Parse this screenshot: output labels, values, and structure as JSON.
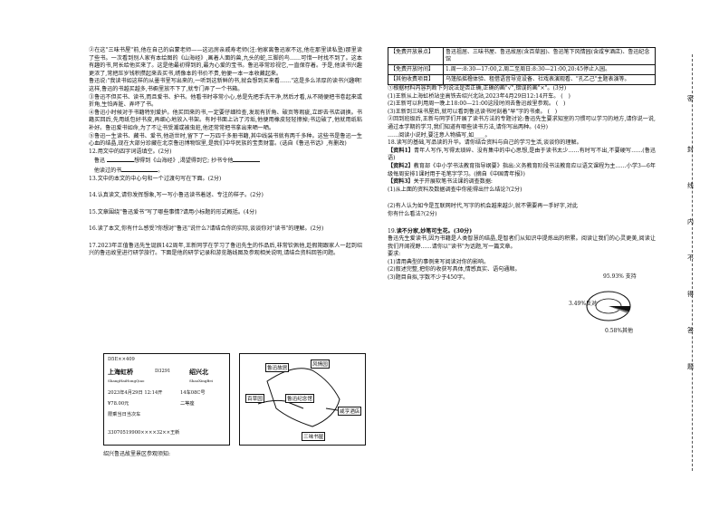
{
  "left_column": {
    "passage": [
      "②在这\"三味书屋\"前,他在自己的启蒙老师——这远房亲戚寿老师(注:他家离鲁迅家不远,他在那里读私塾)那里读了些书。一次看到别人家有本绘图的《山海经》,画着人面的兽,九头的蛇,三脚的鸟……可惜一时找不到了。这本有趣的书,阿长给他买来了。这是他最初得到的,最为心爱的宝书。鲁迅非常珍视它,一直保存着。于是,他读书兴趣更浓了,常把压岁钱积攒起来去买书,绣像本的书价不贵,他便一本一本收藏起来。",
      "鲁迅说:\"我读书如这样的从墨书里写出来的,一听到这新鲜的书,就会想到买来看……\"这是多么浓厚的读书兴趣啊!这样,鲁迅的书越买越多,书橱里放不下了,就专门弄了一个书箱。",
      "③鲁迅不但买书、读书,而且爱书、护书。他看书时非常小心,总是先把手洗干净,然后才看,从不随便把书卷起来或折角,生怕弄脏、弄坏了书。",
      "④鲁迅小时候对于书籍特别爱护。他买回来的书,一定要仔细检查,发现有折角、破页等瑕疵,立即去书店调换。书籍买回后,先用纸包好书皮,再细心地放入书架。有时书面上沾了污垢,他便用橡皮轻轻擦掉;书边破了,他就用纸粘补好。鲁迅爱书如命,为了不让书受潮或被虫蛀,他还常常把书拿出来晒一晒。",
      "⑤鲁迅一生读书、藏书、爱书,他逝世时,留下了一万四千多册书籍,其中线装书就有两千多种。这些书是鲁迅一生心血的结晶,现在大部分珍藏在北京鲁迅博物馆里,是我们中华民族的宝贵财富。(选自《鲁迅书话》,有删改)"
    ],
    "q12": {
      "number": "12.",
      "text": "用文中的四字词语填空。(2分)",
      "line1_start": "鲁迅",
      "line1_mid": "想得到《山海经》,渴望得到它;",
      "line1_end": "抄书令他",
      "line2": "他读过的书",
      "line2_end": "。"
    },
    "q13": {
      "number": "13.",
      "text": "文中的本文的中心句和一个过渡句写在下面。(2分)"
    },
    "q14": {
      "number": "14.",
      "text": "认真读文,请你发挥想象,写一写小鲁迅读书着迷、专注的样子。(2分)"
    },
    "q15": {
      "number": "15.",
      "text": "文章围绕\"鲁迅爱书\"写了哪些事情?请用小标题的形式概括。(4分)"
    },
    "q16": {
      "number": "16.",
      "text": "读了本文,你有什么感受?你想对\"鲁迅\"说什么?请结合你的实际,谈谈你对\"读书\"的理解。(2分)"
    },
    "q17": {
      "number": "17.",
      "text": "2023年正值鲁迅先生诞辰142周年,王新同学在学习了鲁迅先生的作品后,非常钦佩他,趁假期跟家人一起到绍兴的鲁迅故里进行研学旅行。下面是他的研学记录和游览路线图及参观相关说明,请结合资料回答问题。"
    },
    "ticket": {
      "code": "D5E××409",
      "station_from": "上海虹桥",
      "train": "D3291",
      "station_to": "绍兴北",
      "py_from": "ShangHaiHongQiao",
      "py_to": "ShaoXingBei",
      "date": "2023年4月29日 12:14开",
      "seat": "14车08C号",
      "price": "¥78.00元",
      "class": "二等座",
      "note": "限乘当日当次车",
      "serial": "33070519900××××32××王新"
    },
    "map": {
      "labels": [
        "鲁迅故居",
        "风情园",
        "百草园",
        "鲁迅纪念馆",
        "咸亨酒店",
        "三味书屋"
      ]
    },
    "caption": "绍兴鲁迅故里景区参观须知:"
  },
  "right_column": {
    "info": [
      {
        "label": "【免费开放景点】",
        "text": "鲁迅祖居、三味书屋、鲁迅故居(含百草园)、鲁迅笔下风情园(含咸亨酒店)、鲁迅纪念馆"
      },
      {
        "label": "【免费开放时间】",
        "text": "1.周一:8:30—17:00,2.周二至周日:8:30—21:00,20:45停止入园。"
      },
      {
        "label": "【其他收费项目】",
        "text": "乌篷船摇橹体验、租借语音导览设备、社戏表演观看、\"孔乙己\"主题表演等。"
      }
    ],
    "q17_1_intro": "①根据材料内容判断下列说法是否正确,正确的画\"√\",错误的画\"×\"。(3分)",
    "q17_1_items": [
      "(1)王新从上海虹桥站坐高铁去绍兴北站,2023年4月29日12:14开车。",
      "(2)王新可以利用周一晚上18:00—21:00这段时间去鲁迅故里参观。",
      "(3)王新到三味书屋后,就可以看到鲁迅读书时刻着\"早\"字的书桌。"
    ],
    "q17_2": "②回到班级后,王新与同学们开展了读书方法的专题讨论:鲁迅先生要求知室的习惯可以学习的地方,请你说一说,通过本学期的学习,我们知道有哪些读书方法,请你写出两种。(4分)",
    "q17_2_hint": "……阅读小说时,要注意人物描写,如____。",
    "q18": {
      "number": "18.",
      "text": "读写的基础,写品读的升华。请你结合资料与自己的学习生活,谈谈你的理解。"
    },
    "material1": {
      "label": "【资料1】",
      "text": "青年人写作,写得太琐碎、没有集中的中心思想,是由于读书太少……有时写不出,不要硬写……(鲁迅语)"
    },
    "material2": {
      "label": "【资料2】",
      "text": "教育部《中小学书法教育指导纲要》指出:义务教育阶段书法教育应以语文课程为主……小学3—6年级每周安排1课时用于毛笔字学习。(摘自《中国青年报》)"
    },
    "material3": {
      "label": "【资料3】",
      "text": "关于开展软笔书法课的调查数据:"
    },
    "q18_1": "(1)从上面的资料及数据调查中你能得出什么结论?(2分)",
    "q18_2": "(2)有人认为如今是互联网时代,写字的机会越来越少,就不需要再一手好字,对此你有什么看法?(2分)",
    "pie": {
      "support_label": "支持",
      "support_value": 95.93,
      "oppose_label": "反对",
      "oppose_value": 3.49,
      "other_label": "其他",
      "other_value": 0.58
    },
    "q19": {
      "number": "19.",
      "title": "读不分家,妙笔可生花。(30分)",
      "text": "鲁迅先生爱读书,因为书籍是人类智慧的结晶,是智者们从知识中提炼出的积累。阅读让我们的心灵更美,阅读让我们开阔视野……请你以\"读书\"为话题,写一篇文章。",
      "req_label": "要求:",
      "reqs": [
        "(1)请用典型的事例来写阅读对你的影响。",
        "(2)叙述完整,把你的收获写具体,情感真实、语句通顺。",
        "(3)题目自拟,字数不少于450字。"
      ]
    }
  },
  "sidebar_chars": [
    "密",
    "封",
    "线",
    "内",
    "不",
    "得",
    "答",
    "题"
  ]
}
